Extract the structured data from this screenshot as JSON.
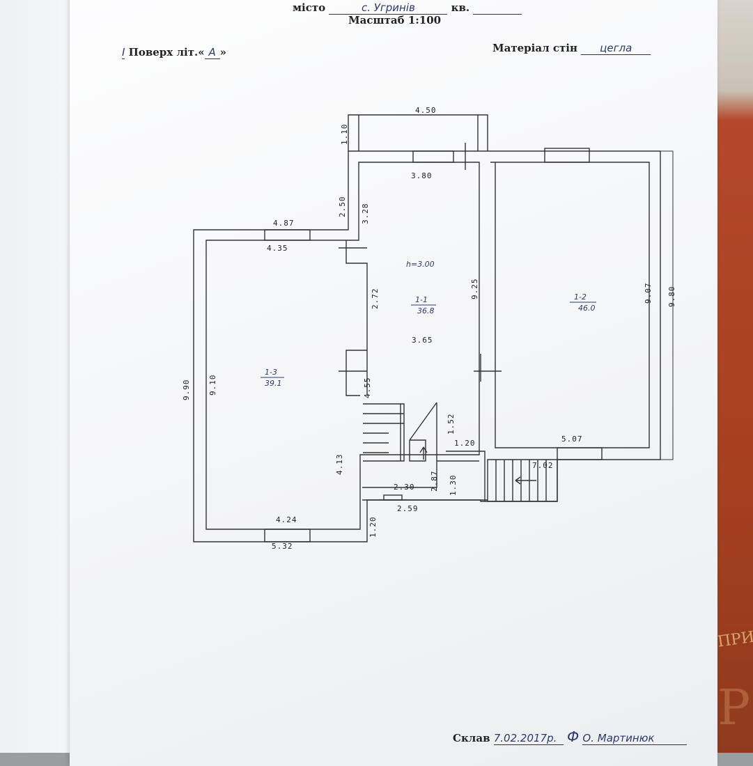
{
  "header": {
    "city_label": "місто",
    "city_value": "с. Угринів",
    "apt_label": "кв.",
    "scale": "Масштаб 1:100",
    "floor_prefix": "I",
    "floor_label": "Поверх літ.«",
    "floor_value": "А",
    "floor_suffix": "»",
    "material_label": "Матеріал стін",
    "material_value": "цегла"
  },
  "plan": {
    "dims": {
      "top_width": "4.50",
      "top_height": "1.10",
      "room11_width": "3.80",
      "left_top_outer": "4.87",
      "left_top_inner": "4.35",
      "wall_250": "2.50",
      "wall_328": "3.28",
      "wall_272": "2.72",
      "room11_height": "9.25",
      "room11_lower_width": "3.65",
      "wall_455": "4.55",
      "left_outer_height": "9.90",
      "left_inner_height": "9.10",
      "right_inner_height": "9.07",
      "right_outer_height": "9.80",
      "stair_152": "1.52",
      "stair_120": "1.20",
      "right_bottom": "5.07",
      "porch_702": "7.02",
      "wall_413": "4.13",
      "stair_287": "2.87",
      "stair_230": "2.30",
      "vest_130": "1.30",
      "vest_259": "2.59",
      "vest_120": "1.20",
      "left_bottom_inner": "4.24",
      "left_bottom_outer": "5.32"
    },
    "ceiling_height": "h=3.00",
    "rooms": [
      {
        "id": "1-1",
        "area": "36.8"
      },
      {
        "id": "1-2",
        "area": "46.0"
      },
      {
        "id": "1-3",
        "area": "39.1"
      }
    ]
  },
  "footer": {
    "composed_label": "Склав",
    "date": "7.02.2017р.",
    "signature_name": "О. Мартинюк"
  },
  "book_spine": "ПРИВ"
}
